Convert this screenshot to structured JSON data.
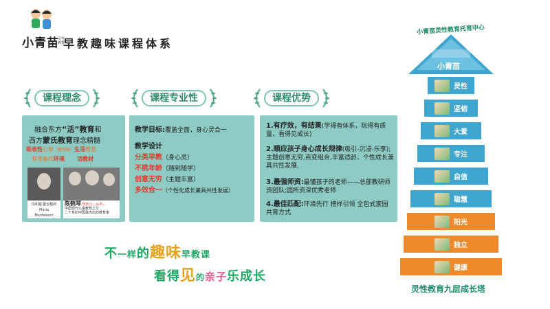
{
  "header": {
    "logo_text": "小青苗",
    "logo_sub": "灵性教育",
    "title": "早教趣味课程体系"
  },
  "badges": [
    "课程理念",
    "课程专业性",
    "课程优势"
  ],
  "philosophy": {
    "line1_pre": "融合东方",
    "line1_quote": "“活”",
    "line1_mid": "教育",
    "line1_post": "和",
    "line2_pre": "西方",
    "line2_bold": "蒙氏教育",
    "line2_post": "理念精髓",
    "line3_a": "吸收性",
    "line3_b": "心智",
    "line3_c": "（敏感期）",
    "line3_d": "生活",
    "line3_e": "教育",
    "line4_a": "有准备的",
    "line4_b": "环境",
    "line4_c": "活",
    "line4_d": "教材",
    "caption1_l1": "玛利娅·蒙台梭利",
    "caption1_l2": "Maria",
    "caption1_l3": "Montessori",
    "caption2_name": "陈鹤琴",
    "caption2_tag": "现代儿...从中...",
    "caption2_l1": "中国现代儿童教育之父",
    "caption2_l2": "二十世纪中国最杰出的教育家"
  },
  "professional": {
    "goal_label": "教学目标:",
    "goal_text": "覆盖全面，身心灵合一",
    "design_label": "教学设计",
    "items": [
      {
        "label": "分类早教",
        "note": "（身心灵）"
      },
      {
        "label": "不挑年龄",
        "note": "（随到随学）"
      },
      {
        "label": "创意无穷",
        "note": "（主题丰富）"
      },
      {
        "label": "多效合一",
        "note": "（个性化成长兼具共性发展）"
      }
    ]
  },
  "advantages": [
    {
      "title": "1.有疗效，有结果",
      "text": "(学得有体系，玩得有质量，看得见成长)"
    },
    {
      "title": "2.顺应孩子身心成长规律",
      "text": "(吸引-沉浸-乐享);主题创意无穷,百变组合,丰富适龄，个性成长兼具共性发展,"
    },
    {
      "title": "3.最强师资:",
      "text": "最懂孩子的老师——总部教研师资团队;园所资深优秀老师"
    },
    {
      "title": "4.最佳匹配:",
      "text": "环境先行 榜样引领 全包式家园共育方式"
    }
  ],
  "slogans": {
    "s1_a": "不",
    "s1_b": "一样",
    "s1_c": "的",
    "s1_d": "趣味",
    "s1_e": "早教课",
    "s2_a": "看得",
    "s2_b": "见",
    "s2_c": "的",
    "s2_d": "亲子",
    "s2_e": "乐成长"
  },
  "pyramid": {
    "title": "小青苗灵性教育托育中心",
    "top_label": "小青苗",
    "tiers": [
      "灵性",
      "坚韧",
      "大爱",
      "专注",
      "自信",
      "聪慧",
      "阳光",
      "独立",
      "健康"
    ],
    "footer": "灵性教育九层成长塔"
  },
  "colors": {
    "teal": "#8ecbc5",
    "pyramid_blue": "#3ea6cf",
    "pyramid_orange": "#ee8a2a",
    "slogan_green": "#1fa864",
    "slogan_gold": "#e8a21a"
  }
}
